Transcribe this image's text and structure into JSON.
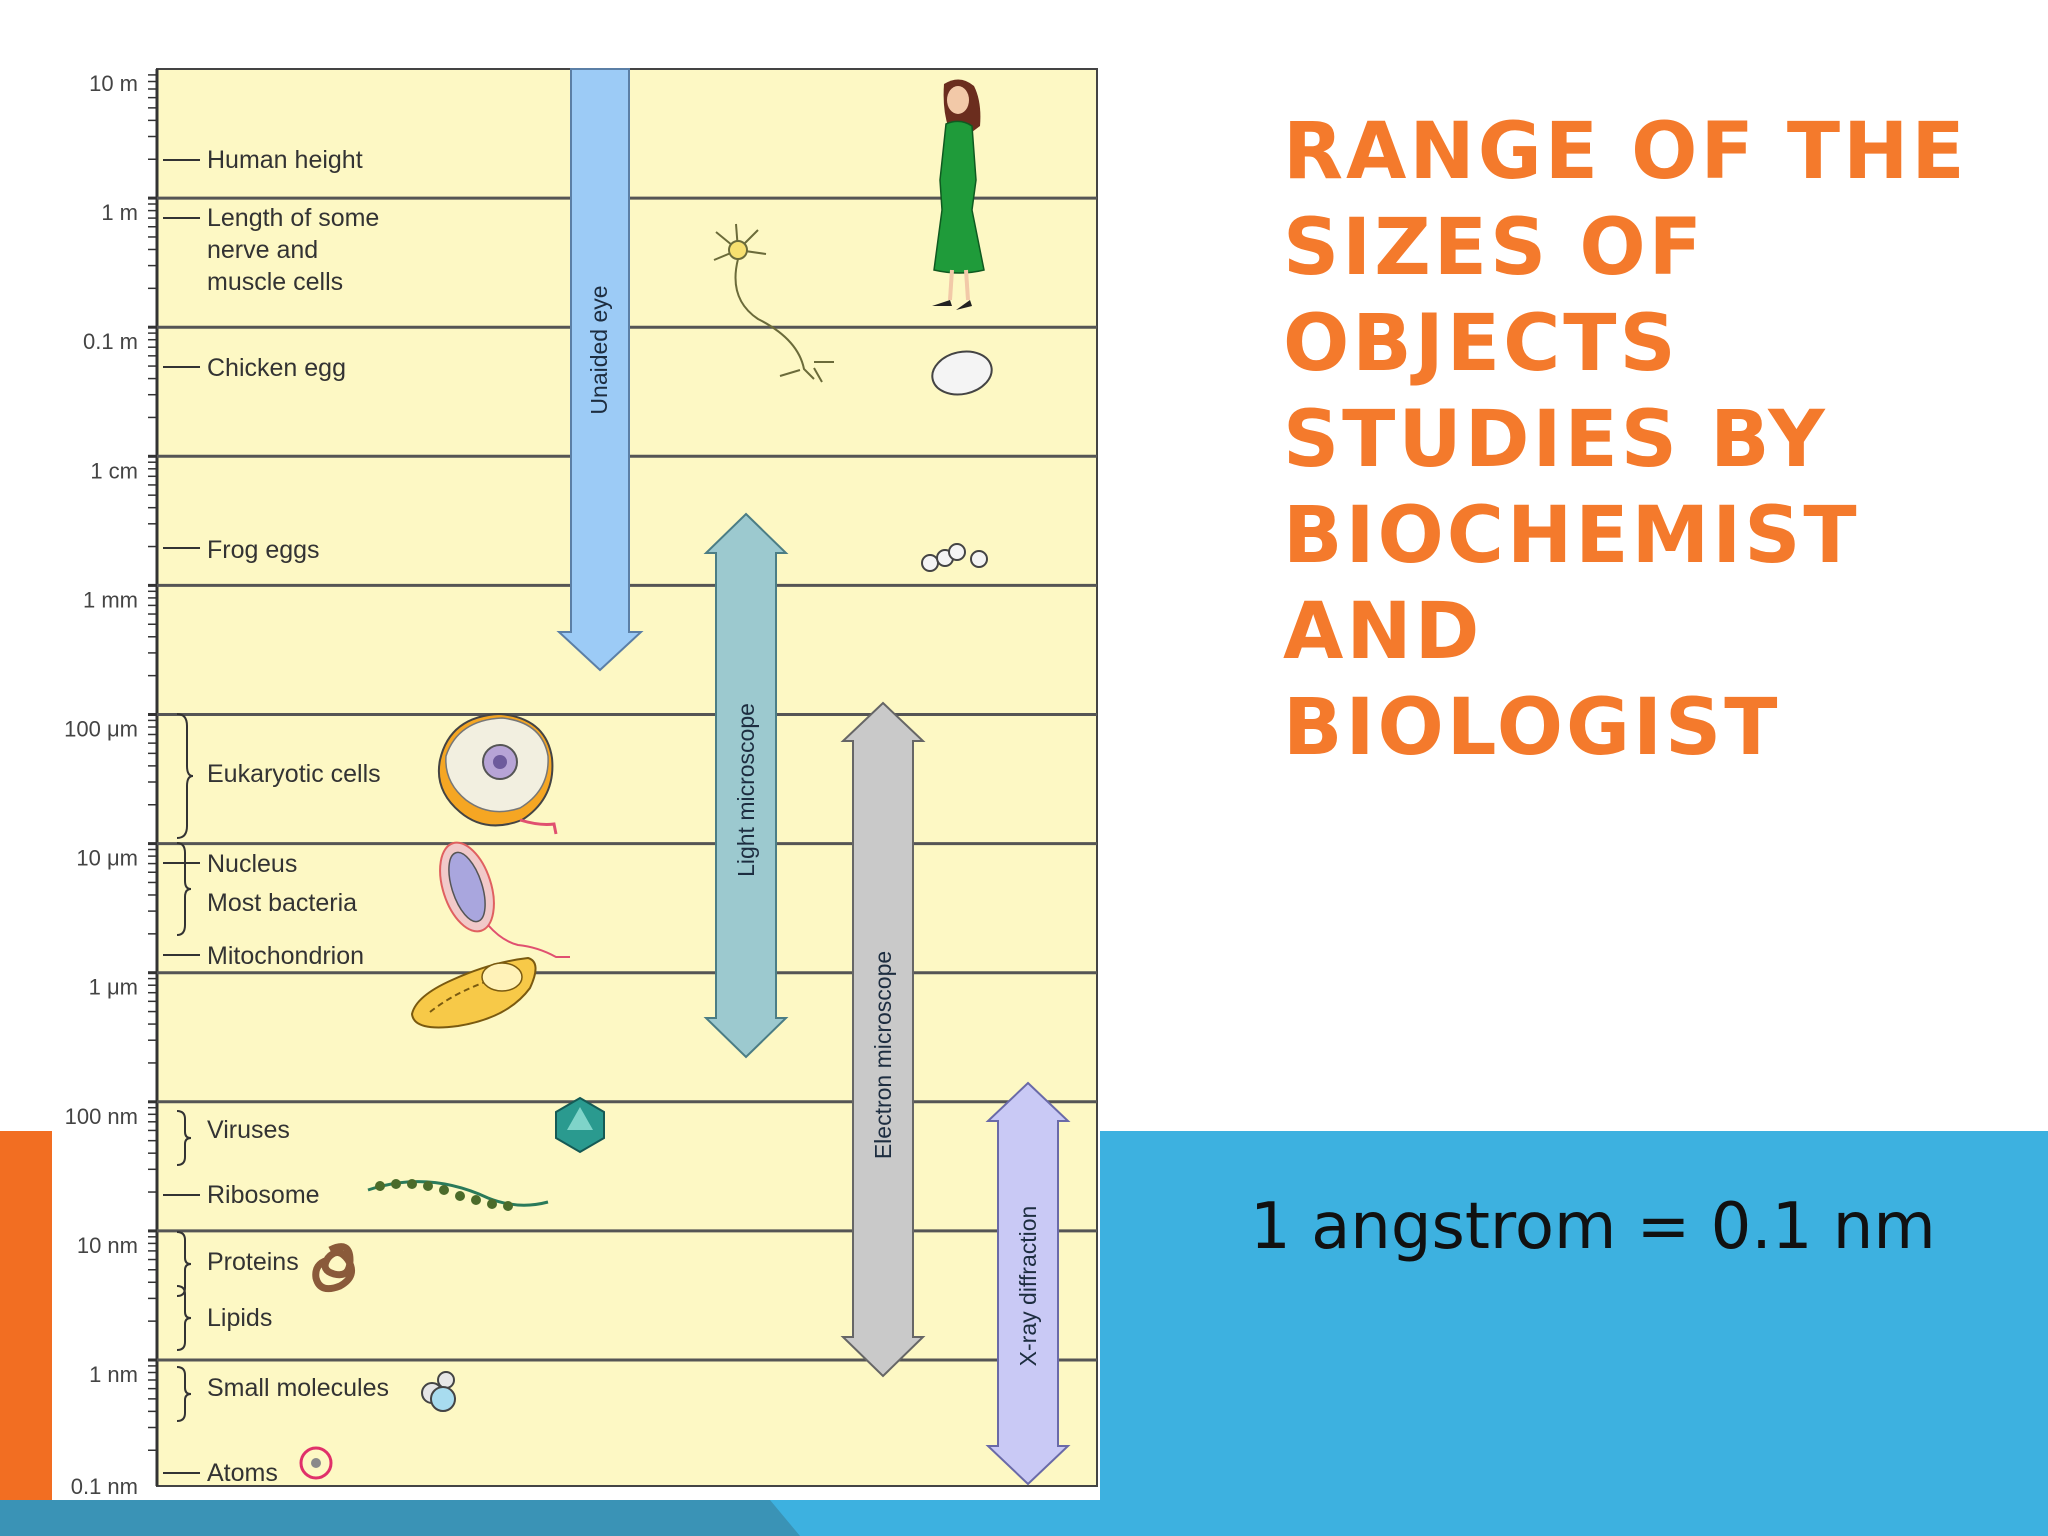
{
  "slide": {
    "title": "RANGE OF THE SIZES OF OBJECTS STUDIES BY BIOCHEMIST AND BIOLOGIST",
    "note": "1 angstrom = 0.1 nm",
    "colors": {
      "title": "#f47a2c",
      "panel": "#fdf8c4",
      "band": "#3db1e0",
      "accent": "#f26e22"
    }
  },
  "diagram": {
    "scale_labels": [
      "10 m",
      "1 m",
      "0.1 m",
      "1 cm",
      "1 mm",
      "100 μm",
      "10 μm",
      "1 μm",
      "100 nm",
      "10 nm",
      "1 nm",
      "0.1 nm"
    ],
    "objects": [
      {
        "lines": [
          "Human height"
        ],
        "icon": "woman-icon"
      },
      {
        "lines": [
          "Length of some",
          "nerve and",
          "muscle cells"
        ],
        "icon": "neuron-icon"
      },
      {
        "lines": [
          "Chicken egg"
        ],
        "icon": "chicken-egg-icon"
      },
      {
        "lines": [
          "Frog eggs"
        ],
        "icon": "frog-eggs-icon"
      },
      {
        "lines": [
          "Eukaryotic cells"
        ],
        "icon": "eukaryotic-cell-icon"
      },
      {
        "lines": [
          "Nucleus"
        ],
        "icon": ""
      },
      {
        "lines": [
          "Most bacteria"
        ],
        "icon": "bacterium-icon"
      },
      {
        "lines": [
          "Mitochondrion"
        ],
        "icon": "mitochondrion-icon"
      },
      {
        "lines": [
          "Viruses"
        ],
        "icon": "virus-icon"
      },
      {
        "lines": [
          "Ribosome"
        ],
        "icon": "ribosome-icon"
      },
      {
        "lines": [
          "Proteins"
        ],
        "icon": "protein-icon"
      },
      {
        "lines": [
          "Lipids"
        ],
        "icon": ""
      },
      {
        "lines": [
          "Small molecules"
        ],
        "icon": "molecule-icon"
      },
      {
        "lines": [
          "Atoms"
        ],
        "icon": "atom-icon"
      }
    ],
    "methods": [
      {
        "label": "Unaided eye",
        "color": "#9ccbf6"
      },
      {
        "label": "Light microscope",
        "color": "#9cc9cf"
      },
      {
        "label": "Electron microscope",
        "color": "#c9c9c9"
      },
      {
        "label": "X-ray diffraction",
        "color": "#c9c9f5"
      }
    ]
  }
}
